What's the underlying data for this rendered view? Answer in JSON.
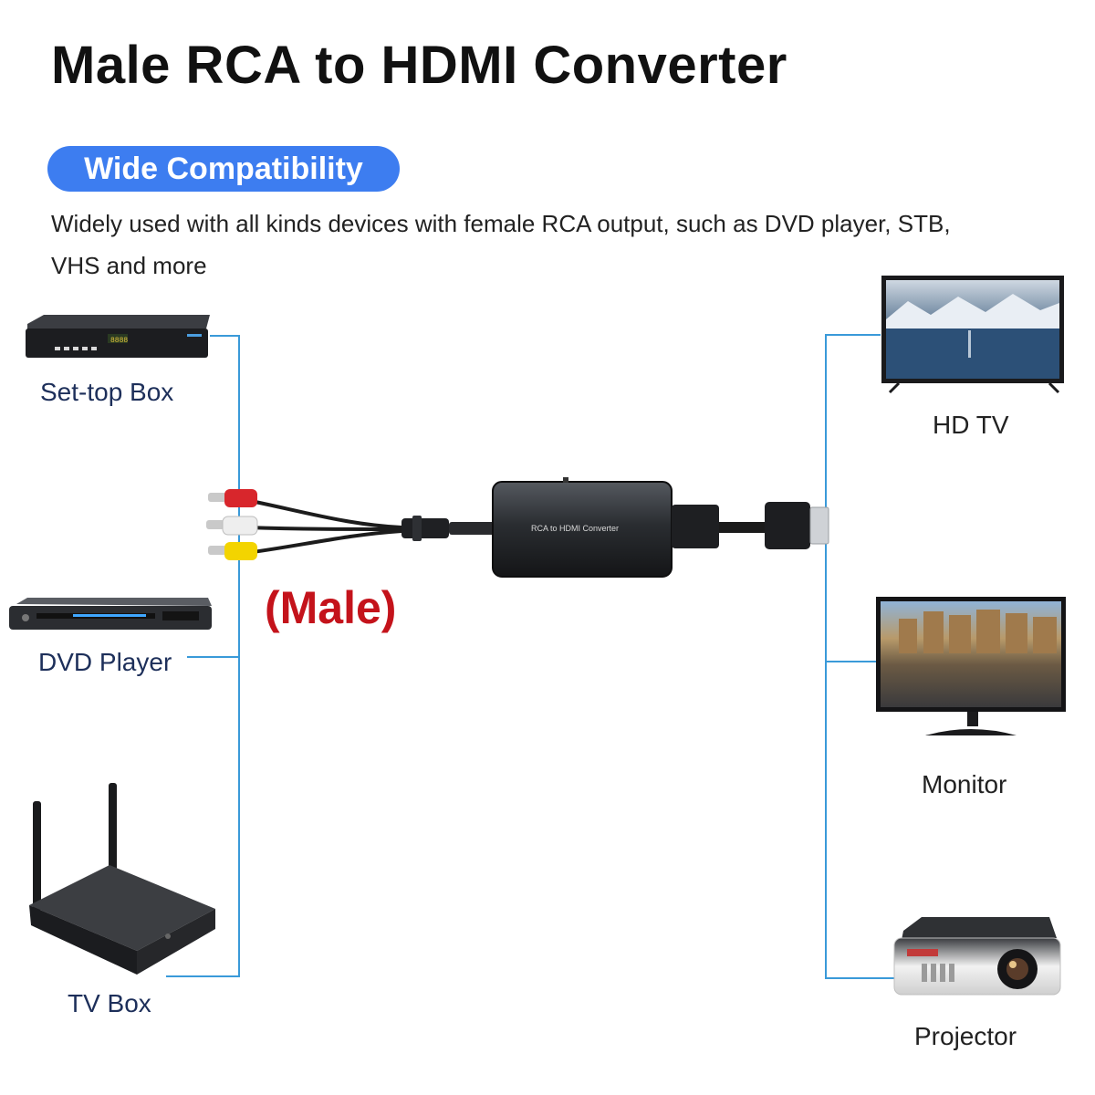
{
  "title": "Male RCA to HDMI Converter",
  "badge": "Wide Compatibility",
  "description": "Widely used with all kinds devices with female RCA output, such as DVD player, STB, VHS and more",
  "sources": [
    {
      "label": "Set-top Box",
      "icon": "set-top-box-icon"
    },
    {
      "label": "DVD Player",
      "icon": "dvd-player-icon"
    },
    {
      "label": "TV Box",
      "icon": "tv-box-icon"
    }
  ],
  "displays": [
    {
      "label": "HD TV",
      "icon": "hd-tv-icon"
    },
    {
      "label": "Monitor",
      "icon": "monitor-icon"
    },
    {
      "label": "Projector",
      "icon": "projector-icon"
    }
  ],
  "converter": {
    "device_text": "RCA to HDMI Converter",
    "icon": "converter-box-icon"
  },
  "male_label": "(Male)",
  "colors": {
    "accent": "#3d7df0",
    "line": "#3a9ad9",
    "male": "#c4131b",
    "rca_red": "#d8262c",
    "rca_white": "#eeeeee",
    "rca_yellow": "#f3d400"
  }
}
